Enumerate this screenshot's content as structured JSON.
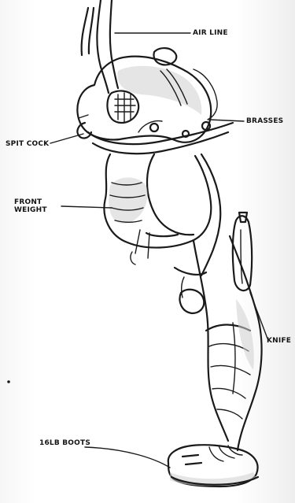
{
  "labels": {
    "air_line": "AIR LINE",
    "brasses": "BRASSES",
    "spit_cock": "SPIT COCK",
    "front_weight": "FRONT WEIGHT",
    "knife": "KNIFE",
    "boots": "16LB BOOTS"
  },
  "colors": {
    "ink": "#1a1a1a",
    "paper": "#ffffff"
  }
}
